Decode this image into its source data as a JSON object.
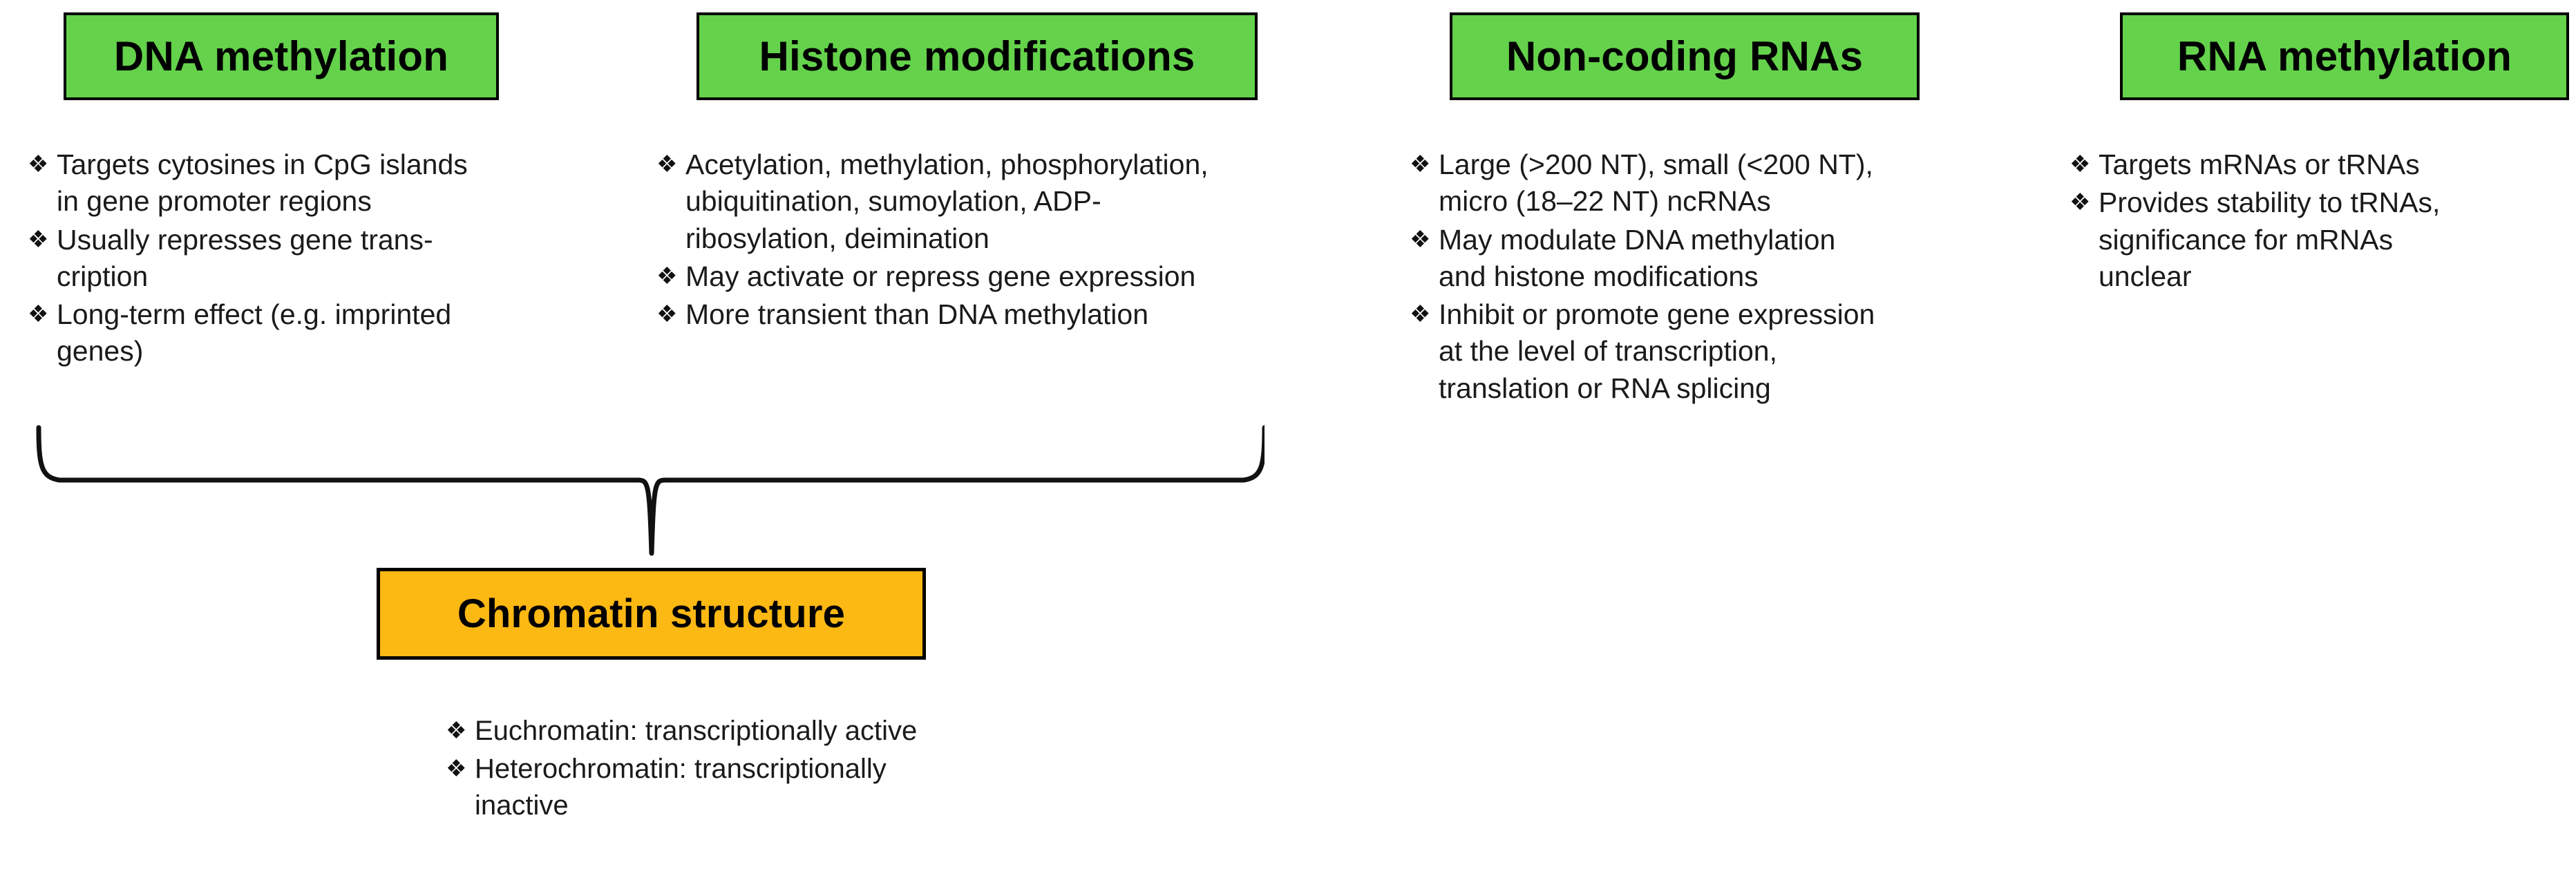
{
  "bullet_glyph": "❖",
  "colors": {
    "header_green": "#64D24B",
    "header_orange": "#FCB813",
    "border": "#000000",
    "text": "#1a1a1a"
  },
  "columns": [
    {
      "title": "DNA methylation",
      "bullets": [
        "Targets cytosines in CpG islands\nin gene promoter  regions",
        "Usually represses gene trans-\ncription",
        "Long-term effect (e.g. imprinted\ngenes)"
      ]
    },
    {
      "title": "Histone modifications",
      "bullets": [
        "Acetylation, methylation, phosphorylation,\nubiquitination, sumoylation, ADP-\nribosylation, deimination",
        "May activate or repress gene expression",
        "More transient than DNA methylation"
      ]
    },
    {
      "title": "Non-coding RNAs",
      "bullets": [
        "Large (>200 NT), small (<200 NT),\nmicro (18–22 NT) ncRNAs",
        "May modulate DNA methylation\nand histone modifications",
        "Inhibit or promote gene expression\nat the level of transcription,\ntranslation or RNA splicing"
      ]
    },
    {
      "title": "RNA methylation",
      "bullets": [
        "Targets mRNAs or tRNAs",
        "Provides stability to tRNAs,\nsignificance for mRNAs\nunclear"
      ]
    }
  ],
  "outcome": {
    "title": "Chromatin structure",
    "bullets": [
      "Euchromatin:  transcriptionally active",
      "Heterochromatin:  transcriptionally\ninactive"
    ]
  }
}
